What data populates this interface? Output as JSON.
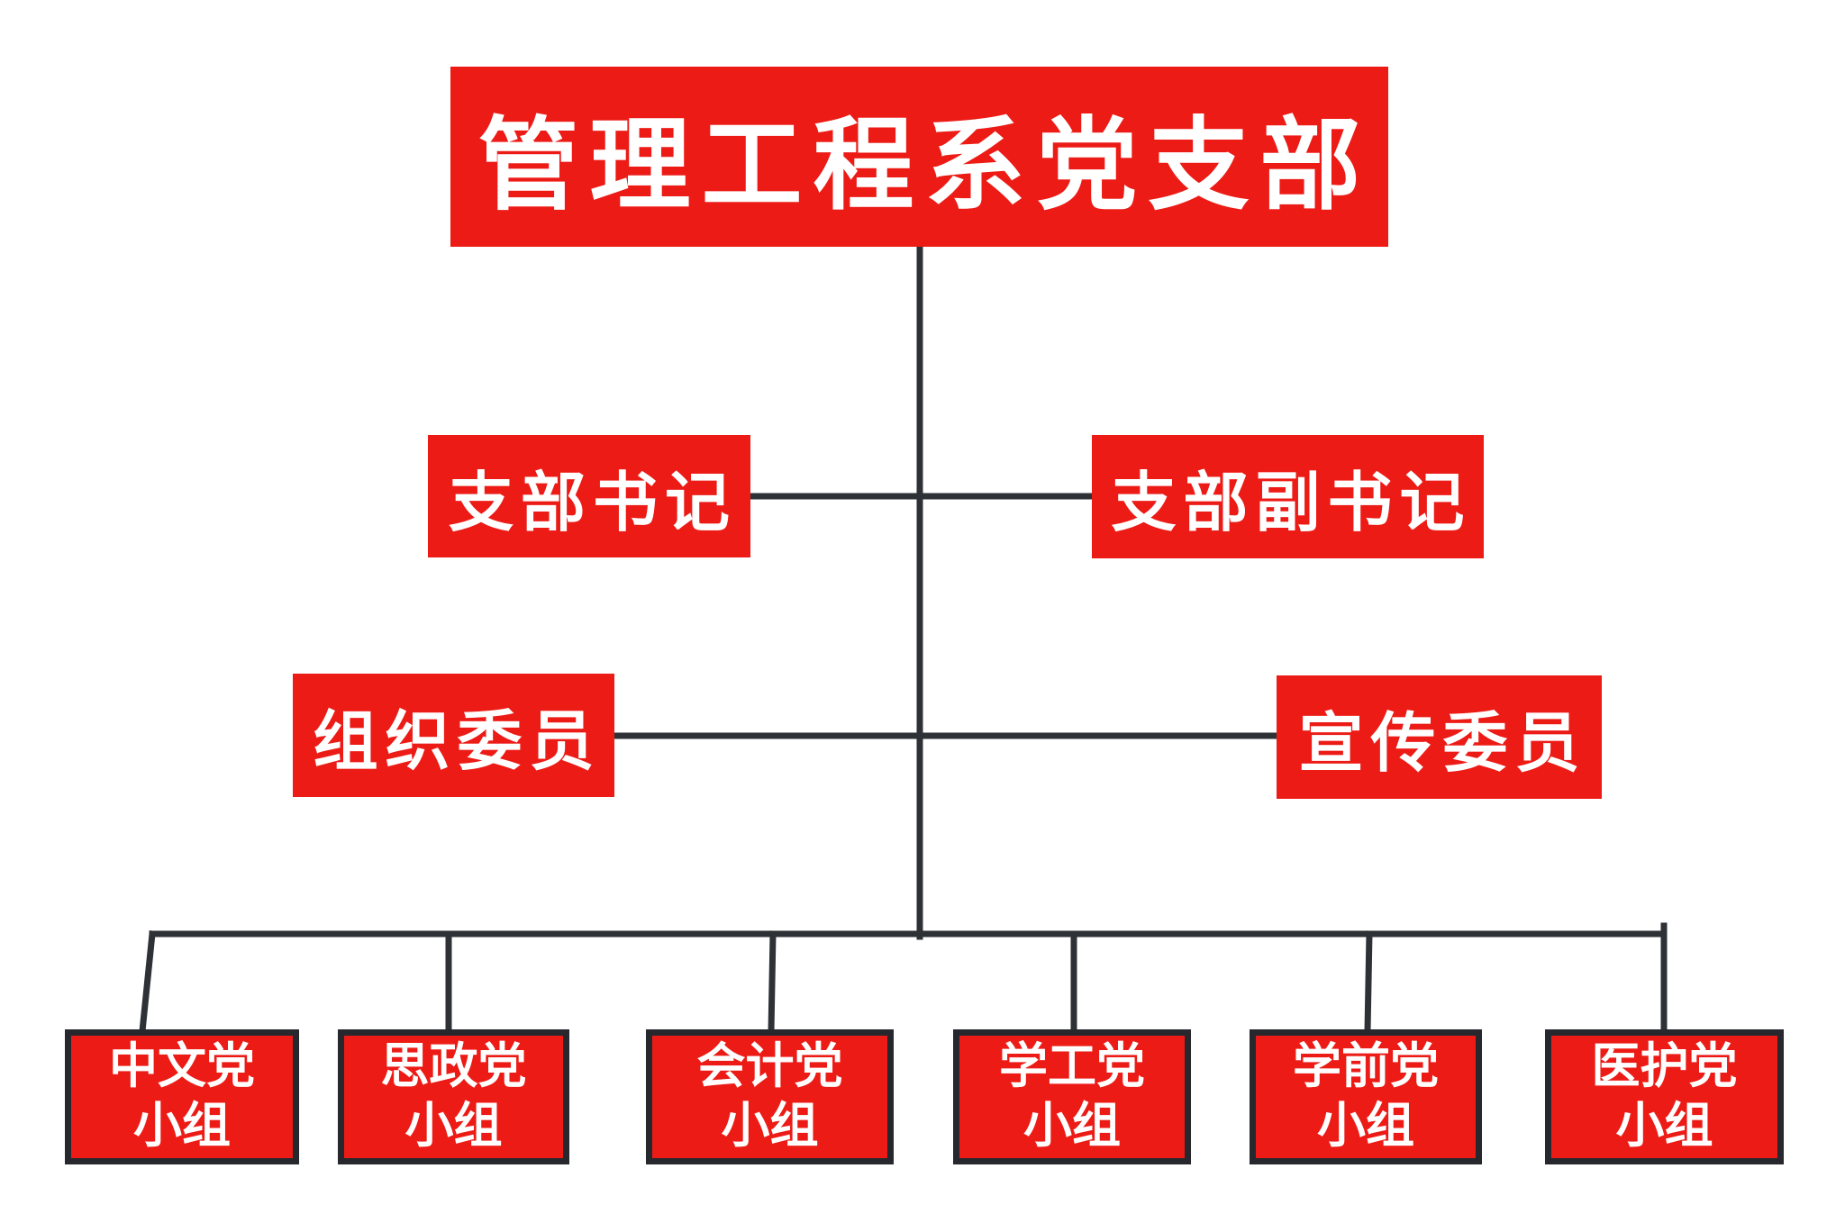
{
  "colors": {
    "background": "#ffffff",
    "node_fill": "#ec1b16",
    "node_text": "#ffffff",
    "connector": "#2e3135",
    "group_border": "#26282e"
  },
  "root": {
    "label": "管理工程系党支部"
  },
  "officers": [
    {
      "id": "branch-secretary",
      "label": "支部书记"
    },
    {
      "id": "deputy-branch-secretary",
      "label": "支部副书记"
    },
    {
      "id": "organization-committee",
      "label": "组织委员"
    },
    {
      "id": "publicity-committee",
      "label": "宣传委员"
    }
  ],
  "groups": [
    {
      "label": "中文党小组",
      "lines": [
        "中文党",
        "小组"
      ]
    },
    {
      "label": "思政党小组",
      "lines": [
        "思政党",
        "小组"
      ]
    },
    {
      "label": "会计党小组",
      "lines": [
        "会计党",
        "小组"
      ]
    },
    {
      "label": "学工党小组",
      "lines": [
        "学工党",
        "小组"
      ]
    },
    {
      "label": "学前党小组",
      "lines": [
        "学前党",
        "小组"
      ]
    },
    {
      "label": "医护党小组",
      "lines": [
        "医护党",
        "小组"
      ]
    }
  ]
}
